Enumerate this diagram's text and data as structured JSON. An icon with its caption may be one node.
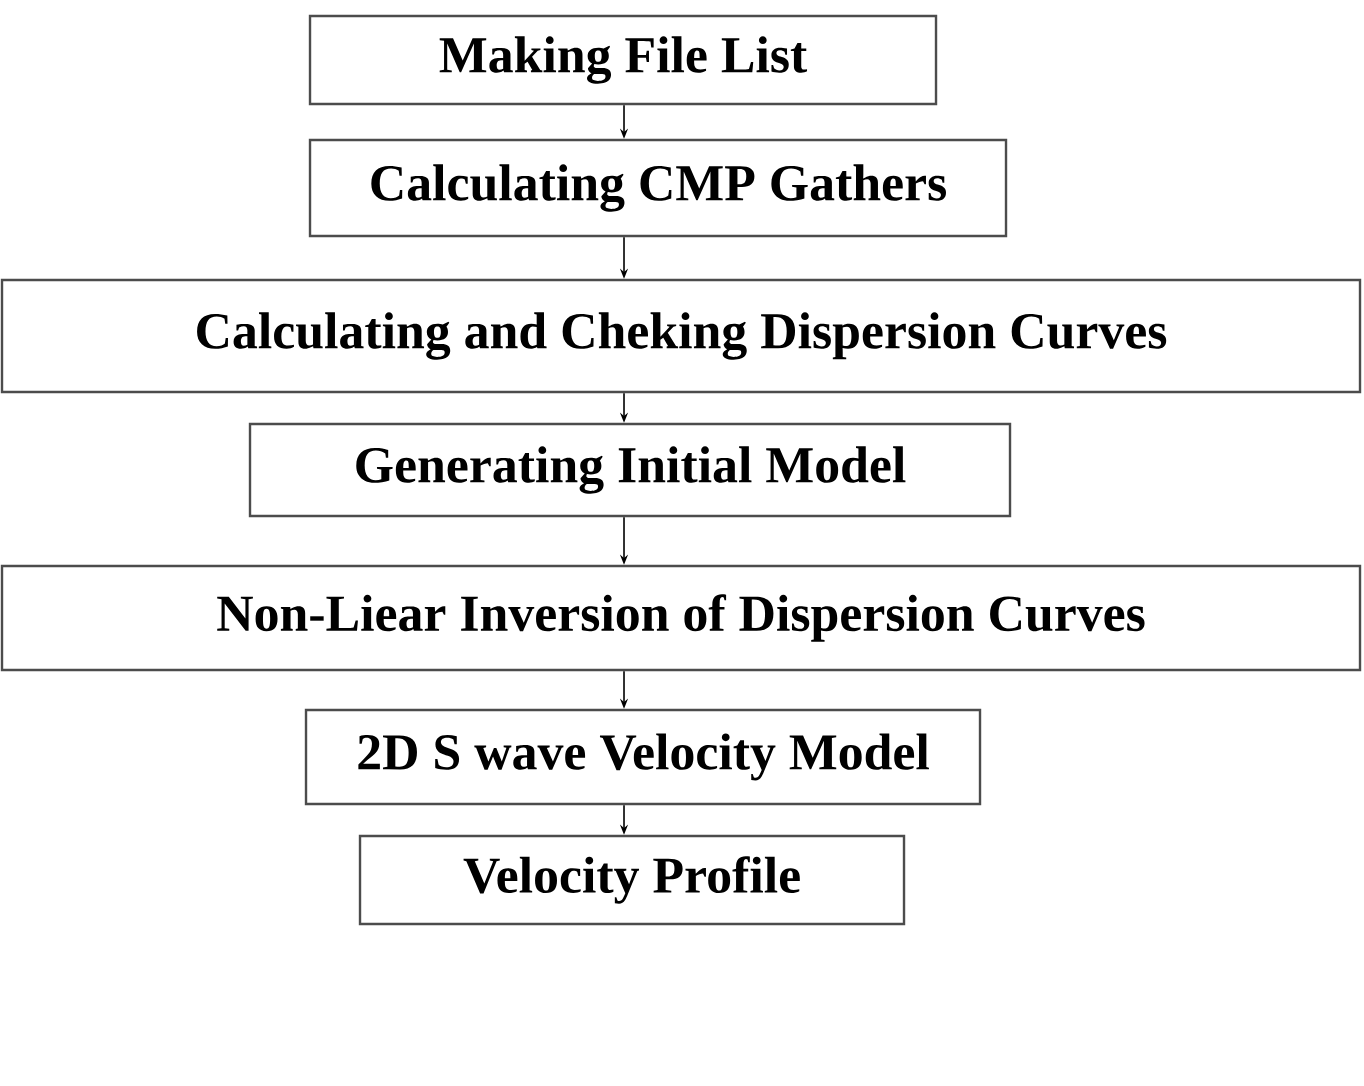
{
  "diagram": {
    "nodes": [
      {
        "text": [
          "Making File List"
        ]
      },
      {
        "text": [
          "Calculating CMP Gathers"
        ]
      },
      {
        "text": [
          "Calculating and Cheking Dispersion Curves"
        ]
      },
      {
        "text": [
          "Generating Initial Model"
        ]
      },
      {
        "text": [
          "Non-Liear Inversion of Dispersion Curves"
        ]
      },
      {
        "text": [
          "2D S wave Velocity Model"
        ]
      },
      {
        "text": [
          "Velocity Profile"
        ]
      }
    ],
    "edges": [
      {
        "from": 0,
        "to": 1,
        "arrow": "to"
      },
      {
        "from": 1,
        "to": 2,
        "arrow": "to"
      },
      {
        "from": 2,
        "to": 3,
        "arrow": "to"
      },
      {
        "from": 3,
        "to": 4,
        "arrow": "to"
      },
      {
        "from": 4,
        "to": 5,
        "arrow": "to"
      },
      {
        "from": 5,
        "to": 6,
        "arrow": "to"
      }
    ]
  }
}
